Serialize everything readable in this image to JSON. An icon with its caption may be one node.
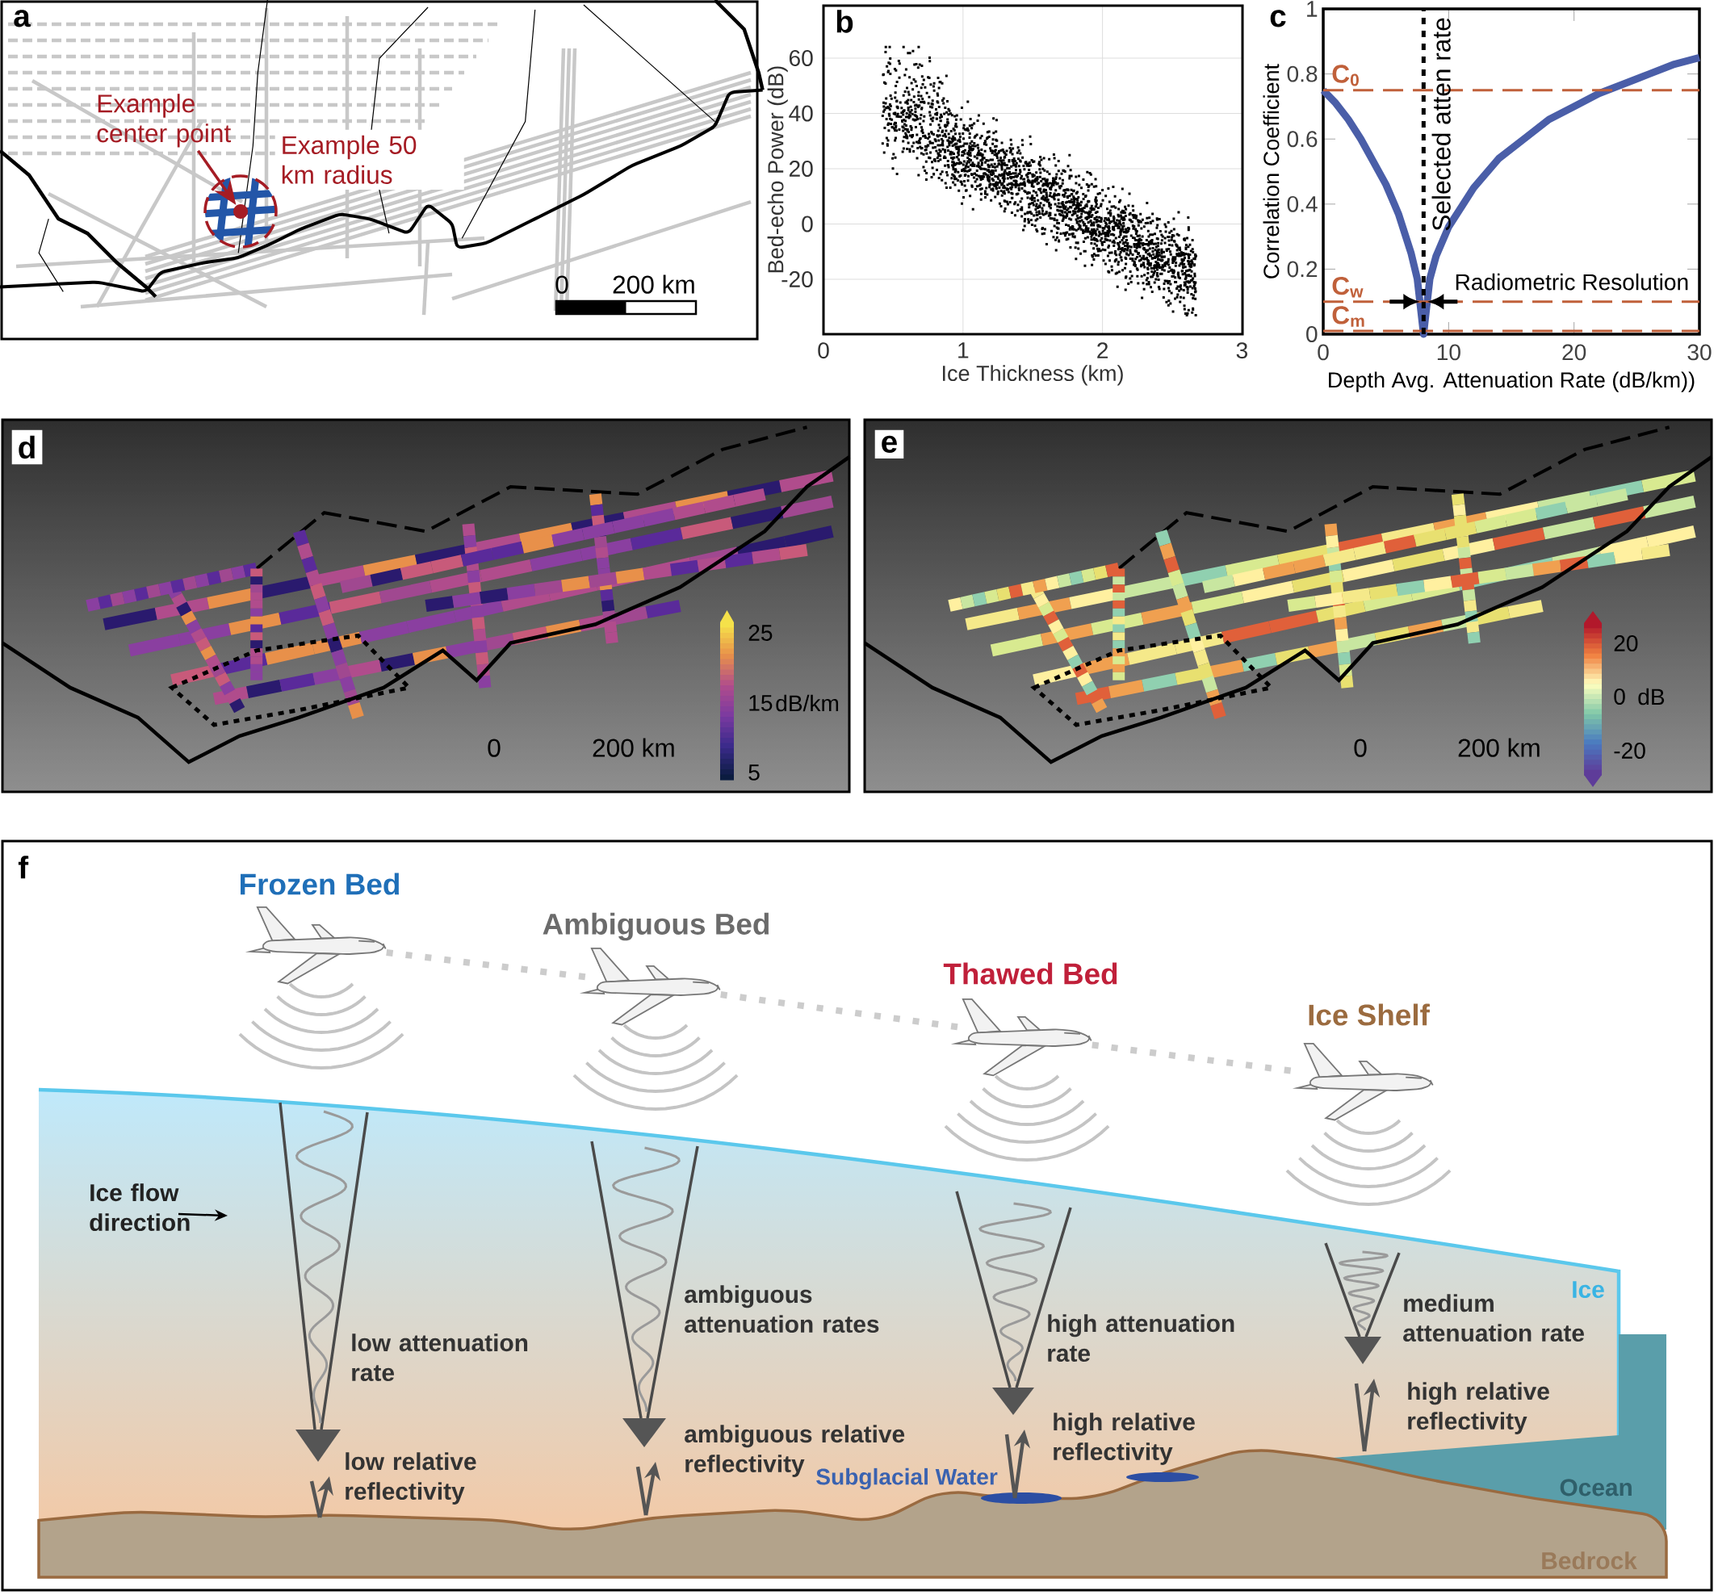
{
  "diagram": {
    "nodes": [
      {
        "text": [
          "Example center point"
        ]
      },
      {
        "text": [],
        "shape": "circle"
      },
      {
        "text": [
          "Frozen Bed"
        ]
      },
      {
        "text": [
          "Ambiguous Bed"
        ]
      },
      {
        "text": [
          "Thawed Bed"
        ]
      },
      {
        "text": [
          "Ice Shelf"
        ]
      }
    ],
    "edges": [
      {
        "from": 0,
        "to": 1,
        "arrow": "to",
        "color": "#a51c24"
      },
      {
        "from": 2,
        "to": 3,
        "arrow": "none",
        "style": "dashed",
        "color": "#cccccc"
      },
      {
        "from": 3,
        "to": 4,
        "arrow": "none",
        "style": "dashed",
        "color": "#cccccc"
      },
      {
        "from": 4,
        "to": 5,
        "arrow": "none",
        "style": "dashed",
        "color": "#cccccc"
      }
    ],
    "labels": [
      "a",
      "Example 50 km radius",
      "0",
      "200 km",
      "b",
      "60",
      "40",
      "20",
      "0",
      "-20",
      "0",
      "1",
      "2",
      "3",
      "Ice Thickness (km)",
      "Bed-echo Power (dB)",
      "c",
      "d",
      "25",
      "15",
      "dB/km",
      "0",
      "200 km",
      "5",
      "e",
      "20",
      "0",
      "dB",
      "0",
      "200 km",
      "-20",
      "f",
      "Ice flow direction",
      "low attenuation rate",
      "low relative reflectivity",
      "ambiguous attenuation rates",
      "ambiguous relative reflectivity",
      "high attenuation rate",
      "high relative reflectivity",
      "medium attenuation rate",
      "high relative reflectivity",
      "Subglacial Water",
      "Ice",
      "Ocean",
      "Bedrock"
    ],
    "chart_data": {
      "type": "line",
      "xlabel": "Depth Avg. Attenuation Rate (dB/km))",
      "ylabel": "Correlation Coefficient",
      "x": [
        0,
        1,
        2,
        3,
        4,
        5,
        6,
        7,
        7.5,
        8,
        8.5,
        9,
        10,
        12,
        14,
        16,
        18,
        20,
        22,
        24,
        26,
        28,
        30
      ],
      "series": [
        {
          "color": "#4a5ea8",
          "values": [
            0.75,
            0.71,
            0.66,
            0.6,
            0.53,
            0.46,
            0.37,
            0.25,
            0.17,
            0.0,
            0.17,
            0.24,
            0.33,
            0.45,
            0.54,
            0.6,
            0.66,
            0.7,
            0.74,
            0.77,
            0.8,
            0.83,
            0.85
          ]
        }
      ],
      "xlim": [
        0,
        30
      ],
      "ylim": [
        0,
        1
      ],
      "xticks": [
        0,
        10,
        20,
        30
      ],
      "yticks": [
        0,
        0.2,
        0.4,
        0.6,
        0.8,
        1
      ],
      "ref_lines": [
        {
          "axis": "y",
          "value": 0.75,
          "label": "C$_{0}$"
        },
        {
          "axis": "y",
          "value": 0.1,
          "label": "C$_{w}$"
        },
        {
          "axis": "y",
          "value": 0.01,
          "label": "C$_{m}$"
        },
        {
          "axis": "x",
          "value": 8,
          "label": "Selected atten rate"
        }
      ],
      "annotations": [
        "Radiometric Resolution"
      ]
    }
  }
}
